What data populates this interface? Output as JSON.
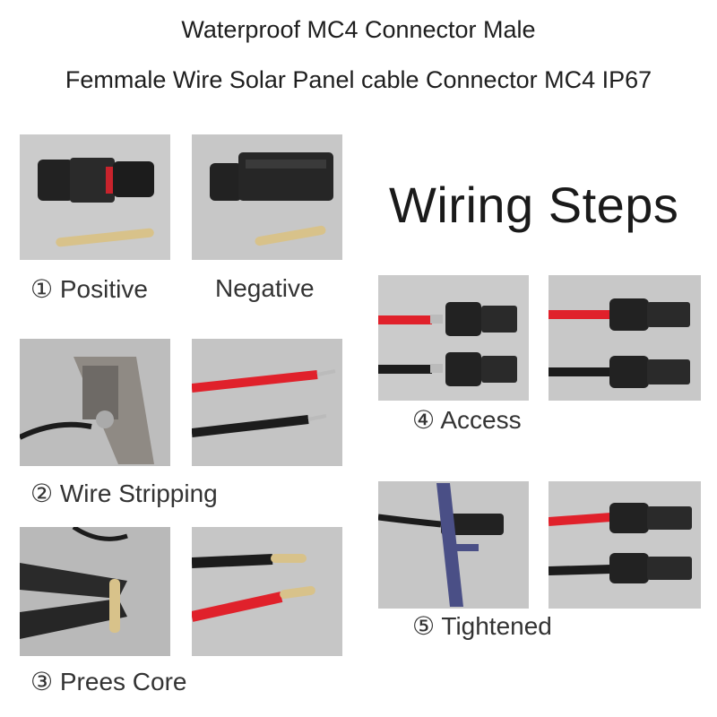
{
  "title_line1": "Waterproof MC4 Connector Male",
  "title_line2": "Femmale Wire Solar Panel cable Connector MC4 IP67",
  "heading": "Wiring Steps",
  "captions": {
    "positive": "① Positive",
    "negative": "Negative",
    "stripping": "② Wire Stripping",
    "press": "③ Prees Core",
    "access": "④ Access",
    "tightened": "⑤ Tightened"
  },
  "colors": {
    "photo_background": "#c9c9c9",
    "cable_red": "#e0212b",
    "cable_black": "#1c1c1c",
    "connector_black": "#202020",
    "pin_brass": "#d8c28a"
  }
}
